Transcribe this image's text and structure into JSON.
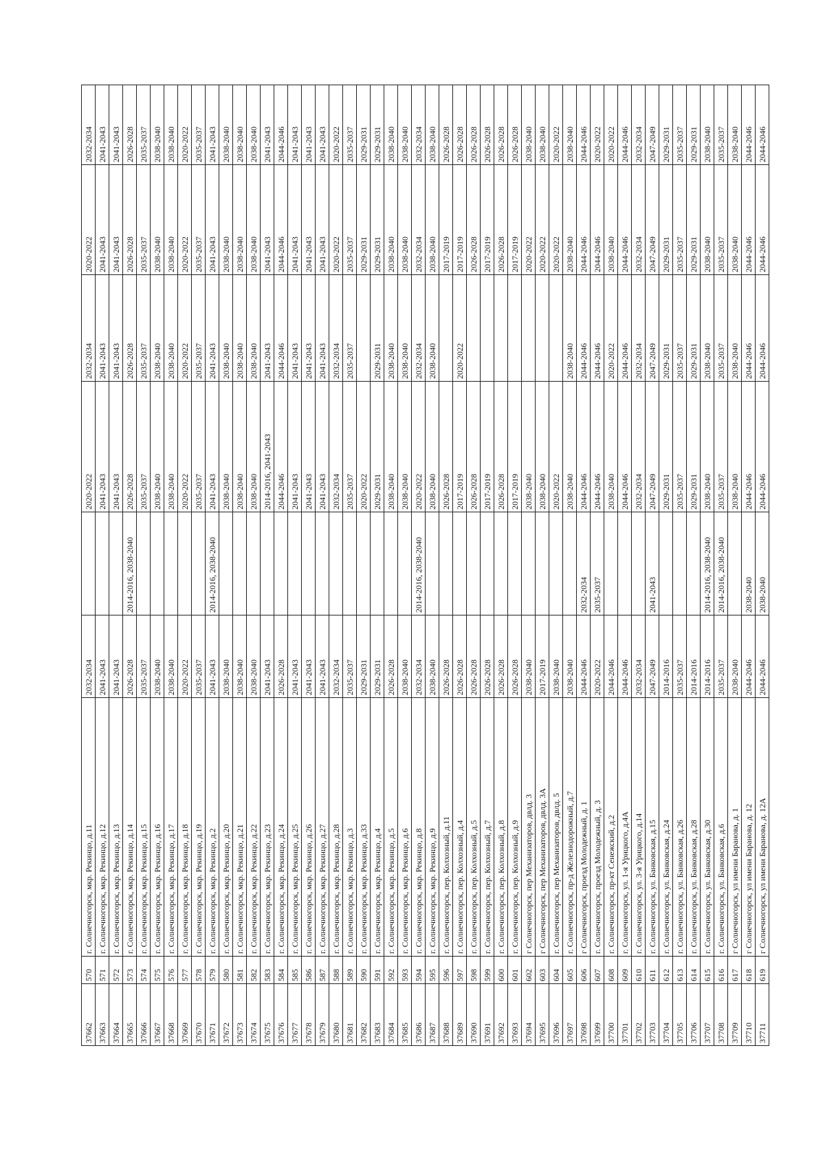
{
  "table": {
    "rows": [
      [
        "37662",
        "570",
        "г. Солнечногорск, мкр. Рекинцо, д.11",
        "2032-2034",
        "",
        "2020-2022",
        "2032-2034",
        "2020-2022",
        "2032-2034"
      ],
      [
        "37663",
        "571",
        "г. Солнечногорск, мкр. Рекинцо, д.12",
        "2041-2043",
        "",
        "2041-2043",
        "2041-2043",
        "2041-2043",
        "2041-2043"
      ],
      [
        "37664",
        "572",
        "г. Солнечногорск, мкр. Рекинцо, д.13",
        "2041-2043",
        "",
        "2041-2043",
        "2041-2043",
        "2041-2043",
        "2041-2043"
      ],
      [
        "37665",
        "573",
        "г. Солнечногорск, мкр. Рекинцо, д.14",
        "2026-2028",
        "2014-2016, 2038-2040",
        "2026-2028",
        "2026-2028",
        "2026-2028",
        "2026-2028"
      ],
      [
        "37666",
        "574",
        "г. Солнечногорск, мкр. Рекинцо, д.15",
        "2035-2037",
        "",
        "2035-2037",
        "2035-2037",
        "2035-2037",
        "2035-2037"
      ],
      [
        "37667",
        "575",
        "г. Солнечногорск, мкр. Рекинцо, д.16",
        "2038-2040",
        "",
        "2038-2040",
        "2038-2040",
        "2038-2040",
        "2038-2040"
      ],
      [
        "37668",
        "576",
        "г. Солнечногорск, мкр. Рекинцо, д.17",
        "2038-2040",
        "",
        "2038-2040",
        "2038-2040",
        "2038-2040",
        "2038-2040"
      ],
      [
        "37669",
        "577",
        "г. Солнечногорск, мкр. Рекинцо, д.18",
        "2020-2022",
        "",
        "2020-2022",
        "2020-2022",
        "2020-2022",
        "2020-2022"
      ],
      [
        "37670",
        "578",
        "г. Солнечногорск, мкр. Рекинцо, д.19",
        "2035-2037",
        "",
        "2035-2037",
        "2035-2037",
        "2035-2037",
        "2035-2037"
      ],
      [
        "37671",
        "579",
        "г. Солнечногорск, мкр. Рекинцо, д.2",
        "2041-2043",
        "2014-2016, 2038-2040",
        "2041-2043",
        "2041-2043",
        "2041-2043",
        "2041-2043"
      ],
      [
        "37672",
        "580",
        "г. Солнечногорск, мкр. Рекинцо, д.20",
        "2038-2040",
        "",
        "2038-2040",
        "2038-2040",
        "2038-2040",
        "2038-2040"
      ],
      [
        "37673",
        "581",
        "г. Солнечногорск, мкр. Рекинцо, д.21",
        "2038-2040",
        "",
        "2038-2040",
        "2038-2040",
        "2038-2040",
        "2038-2040"
      ],
      [
        "37674",
        "582",
        "г. Солнечногорск, мкр. Рекинцо, д.22",
        "2038-2040",
        "",
        "2038-2040",
        "2038-2040",
        "2038-2040",
        "2038-2040"
      ],
      [
        "37675",
        "583",
        "г. Солнечногорск, мкр. Рекинцо, д.23",
        "2041-2043",
        "",
        "2014-2016, 2041-2043",
        "2041-2043",
        "2041-2043",
        "2041-2043"
      ],
      [
        "37676",
        "584",
        "г. Солнечногорск, мкр. Рекинцо, д.24",
        "2026-2028",
        "",
        "2044-2046",
        "2044-2046",
        "2044-2046",
        "2044-2046"
      ],
      [
        "37677",
        "585",
        "г. Солнечногорск, мкр. Рекинцо, д.25",
        "2041-2043",
        "",
        "2041-2043",
        "2041-2043",
        "2041-2043",
        "2041-2043"
      ],
      [
        "37678",
        "586",
        "г. Солнечногорск, мкр. Рекинцо, д.26",
        "2041-2043",
        "",
        "2041-2043",
        "2041-2043",
        "2041-2043",
        "2041-2043"
      ],
      [
        "37679",
        "587",
        "г. Солнечногорск, мкр. Рекинцо, д.27",
        "2041-2043",
        "",
        "2041-2043",
        "2041-2043",
        "2041-2043",
        "2041-2043"
      ],
      [
        "37680",
        "588",
        "г. Солнечногорск, мкр. Рекинцо, д.28",
        "2032-2034",
        "",
        "2032-2034",
        "2032-2034",
        "2020-2022",
        "2020-2022"
      ],
      [
        "37681",
        "589",
        "г. Солнечногорск, мкр. Рекинцо, д.3",
        "2035-2037",
        "",
        "2035-2037",
        "2035-2037",
        "2035-2037",
        "2035-2037"
      ],
      [
        "37682",
        "590",
        "г. Солнечногорск, мкр. Рекинцо, д.33",
        "2029-2031",
        "",
        "2020-2022",
        "",
        "2029-2031",
        "2029-2031"
      ],
      [
        "37683",
        "591",
        "г. Солнечногорск, мкр. Рекинцо, д.4",
        "2029-2031",
        "",
        "2029-2031",
        "2029-2031",
        "2029-2031",
        "2029-2031"
      ],
      [
        "37684",
        "592",
        "г. Солнечногорск, мкр. Рекинцо, д.5",
        "2026-2028",
        "",
        "2038-2040",
        "2038-2040",
        "2038-2040",
        "2038-2040"
      ],
      [
        "37685",
        "593",
        "г. Солнечногорск, мкр. Рекинцо, д.6",
        "2038-2040",
        "",
        "2038-2040",
        "2038-2040",
        "2038-2040",
        "2038-2040"
      ],
      [
        "37686",
        "594",
        "г. Солнечногорск, мкр. Рекинцо, д.8",
        "2032-2034",
        "2014-2016, 2038-2040",
        "2020-2022",
        "2032-2034",
        "2032-2034",
        "2032-2034"
      ],
      [
        "37687",
        "595",
        "г. Солнечногорск, мкр. Рекинцо, д.9",
        "2038-2040",
        "",
        "2038-2040",
        "2038-2040",
        "2038-2040",
        "2038-2040"
      ],
      [
        "37688",
        "596",
        "г. Солнечногорск, пер. Колхозный, д.11",
        "2026-2028",
        "",
        "2026-2028",
        "",
        "2017-2019",
        "2026-2028"
      ],
      [
        "37689",
        "597",
        "г. Солнечногорск, пер. Колхозный, д.4",
        "2026-2028",
        "",
        "2017-2019",
        "2020-2022",
        "2017-2019",
        "2026-2028"
      ],
      [
        "37690",
        "598",
        "г. Солнечногорск, пер. Колхозный, д.5",
        "2026-2028",
        "",
        "2026-2028",
        "",
        "2026-2028",
        "2026-2028"
      ],
      [
        "37691",
        "599",
        "г. Солнечногорск, пер. Колхозный, д.7",
        "2026-2028",
        "",
        "2017-2019",
        "",
        "2017-2019",
        "2026-2028"
      ],
      [
        "37692",
        "600",
        "г. Солнечногорск, пер. Колхозный, д.8",
        "2026-2028",
        "",
        "2026-2028",
        "",
        "2026-2028",
        "2026-2028"
      ],
      [
        "37693",
        "601",
        "г. Солнечногорск, пер. Колхозный, д.9",
        "2026-2028",
        "",
        "2017-2019",
        "",
        "2017-2019",
        "2026-2028"
      ],
      [
        "37694",
        "602",
        "г Солнечногорск, пер Механизаторов, двлд. 3",
        "2038-2040",
        "",
        "2038-2040",
        "",
        "2020-2022",
        "2038-2040"
      ],
      [
        "37695",
        "603",
        "г Солнечногорск, пер Механизаторов, двлд. 3А",
        "2017-2019",
        "",
        "2038-2040",
        "",
        "2020-2022",
        "2038-2040"
      ],
      [
        "37696",
        "604",
        "г. Солнечногорск, пер Механизаторов, двлд. 5",
        "2038-2040",
        "",
        "2020-2022",
        "",
        "2020-2022",
        "2020-2022"
      ],
      [
        "37697",
        "605",
        "г. Солнечногорск, пр-д Железнодорожный, д.7",
        "2038-2040",
        "",
        "2038-2040",
        "2038-2040",
        "2038-2040",
        "2038-2040"
      ],
      [
        "37698",
        "606",
        "г Солнечногорск, проезд Молодежный, д. 1",
        "2044-2046",
        "2032-2034",
        "2044-2046",
        "2044-2046",
        "2044-2046",
        "2044-2046"
      ],
      [
        "37699",
        "607",
        "г. Солнечногорск, проезд Молодежный, д. 3",
        "2020-2022",
        "2035-2037",
        "2044-2046",
        "2044-2046",
        "2044-2046",
        "2020-2022"
      ],
      [
        "37700",
        "608",
        "г. Солнечногорск, пр-кт Сенежский, д.2",
        "2044-2046",
        "",
        "2038-2040",
        "2020-2022",
        "2038-2040",
        "2020-2022"
      ],
      [
        "37701",
        "609",
        "г. Солнечногорск, ул. 1-я Урицкого, д.4А",
        "2044-2046",
        "",
        "2044-2046",
        "2044-2046",
        "2044-2046",
        "2044-2046"
      ],
      [
        "37702",
        "610",
        "г. Солнечногорск, ул. 3-я Урицкого, д.14",
        "2032-2034",
        "",
        "2032-2034",
        "2032-2034",
        "2032-2034",
        "2032-2034"
      ],
      [
        "37703",
        "611",
        "г. Солнечногорск, ул. Банковская, д.15",
        "2047-2049",
        "2041-2043",
        "2047-2049",
        "2047-2049",
        "2047-2049",
        "2047-2049"
      ],
      [
        "37704",
        "612",
        "г. Солнечногорск, ул. Банковская, д.24",
        "2014-2016",
        "",
        "2029-2031",
        "2029-2031",
        "2029-2031",
        "2029-2031"
      ],
      [
        "37705",
        "613",
        "г. Солнечногорск, ул. Банковская, д.26",
        "2035-2037",
        "",
        "2035-2037",
        "2035-2037",
        "2035-2037",
        "2035-2037"
      ],
      [
        "37706",
        "614",
        "г. Солнечногорск, ул. Банковская, д.28",
        "2014-2016",
        "",
        "2029-2031",
        "2029-2031",
        "2029-2031",
        "2029-2031"
      ],
      [
        "37707",
        "615",
        "г. Солнечногорск, ул. Банковская, д.30",
        "2014-2016",
        "2014-2016, 2038-2040",
        "2038-2040",
        "2038-2040",
        "2038-2040",
        "2038-2040"
      ],
      [
        "37708",
        "616",
        "г. Солнечногорск, ул. Банковская, д.6",
        "2035-2037",
        "2014-2016, 2038-2040",
        "2035-2037",
        "2035-2037",
        "2035-2037",
        "2035-2037"
      ],
      [
        "37709",
        "617",
        "г Солнечногорск, ул имени Баранова, д. 1",
        "2038-2040",
        "",
        "2038-2040",
        "2038-2040",
        "2038-2040",
        "2038-2040"
      ],
      [
        "37710",
        "618",
        "г Солнечногорск, ул имени Баранова, д. 12",
        "2044-2046",
        "2038-2040",
        "2044-2046",
        "2044-2046",
        "2044-2046",
        "2044-2046"
      ],
      [
        "37711",
        "619",
        "г Солнечногорск, ул имени Баранова, д. 12А",
        "2044-2046",
        "2038-2040",
        "2044-2046",
        "2044-2046",
        "2044-2046",
        "2044-2046"
      ]
    ]
  }
}
